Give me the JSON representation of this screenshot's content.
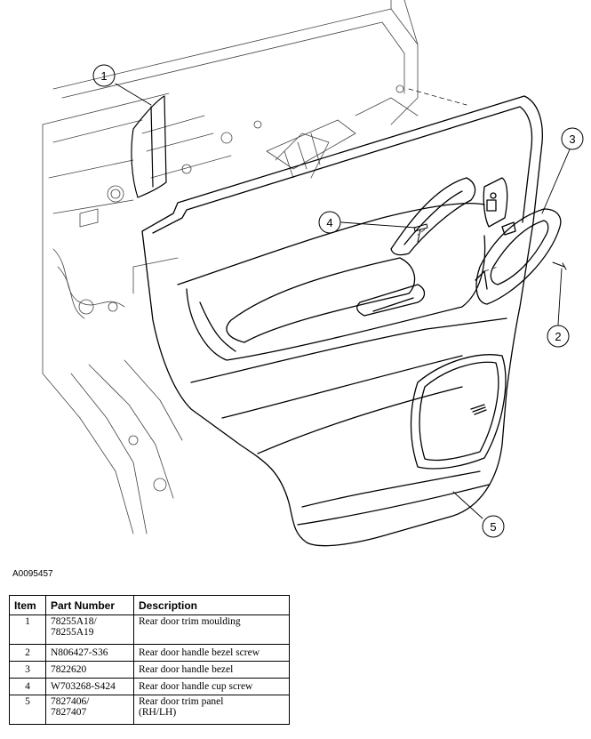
{
  "figure": {
    "id": "A0095457",
    "callouts": [
      "1",
      "2",
      "3",
      "4",
      "5"
    ]
  },
  "parts_table": {
    "headers": [
      "Item",
      "Part Number",
      "Description"
    ],
    "rows": [
      {
        "item": "1",
        "part_number": "78255A18/\n78255A19",
        "description": "Rear door trim moulding"
      },
      {
        "item": "2",
        "part_number": "N806427-S36",
        "description": "Rear door handle bezel screw"
      },
      {
        "item": "3",
        "part_number": "7822620",
        "description": "Rear door handle bezel"
      },
      {
        "item": "4",
        "part_number": "W703268-S424",
        "description": "Rear door handle cup screw"
      },
      {
        "item": "5",
        "part_number": "7827406/\n7827407",
        "description": "Rear door trim panel\n(RH/LH)"
      }
    ]
  }
}
